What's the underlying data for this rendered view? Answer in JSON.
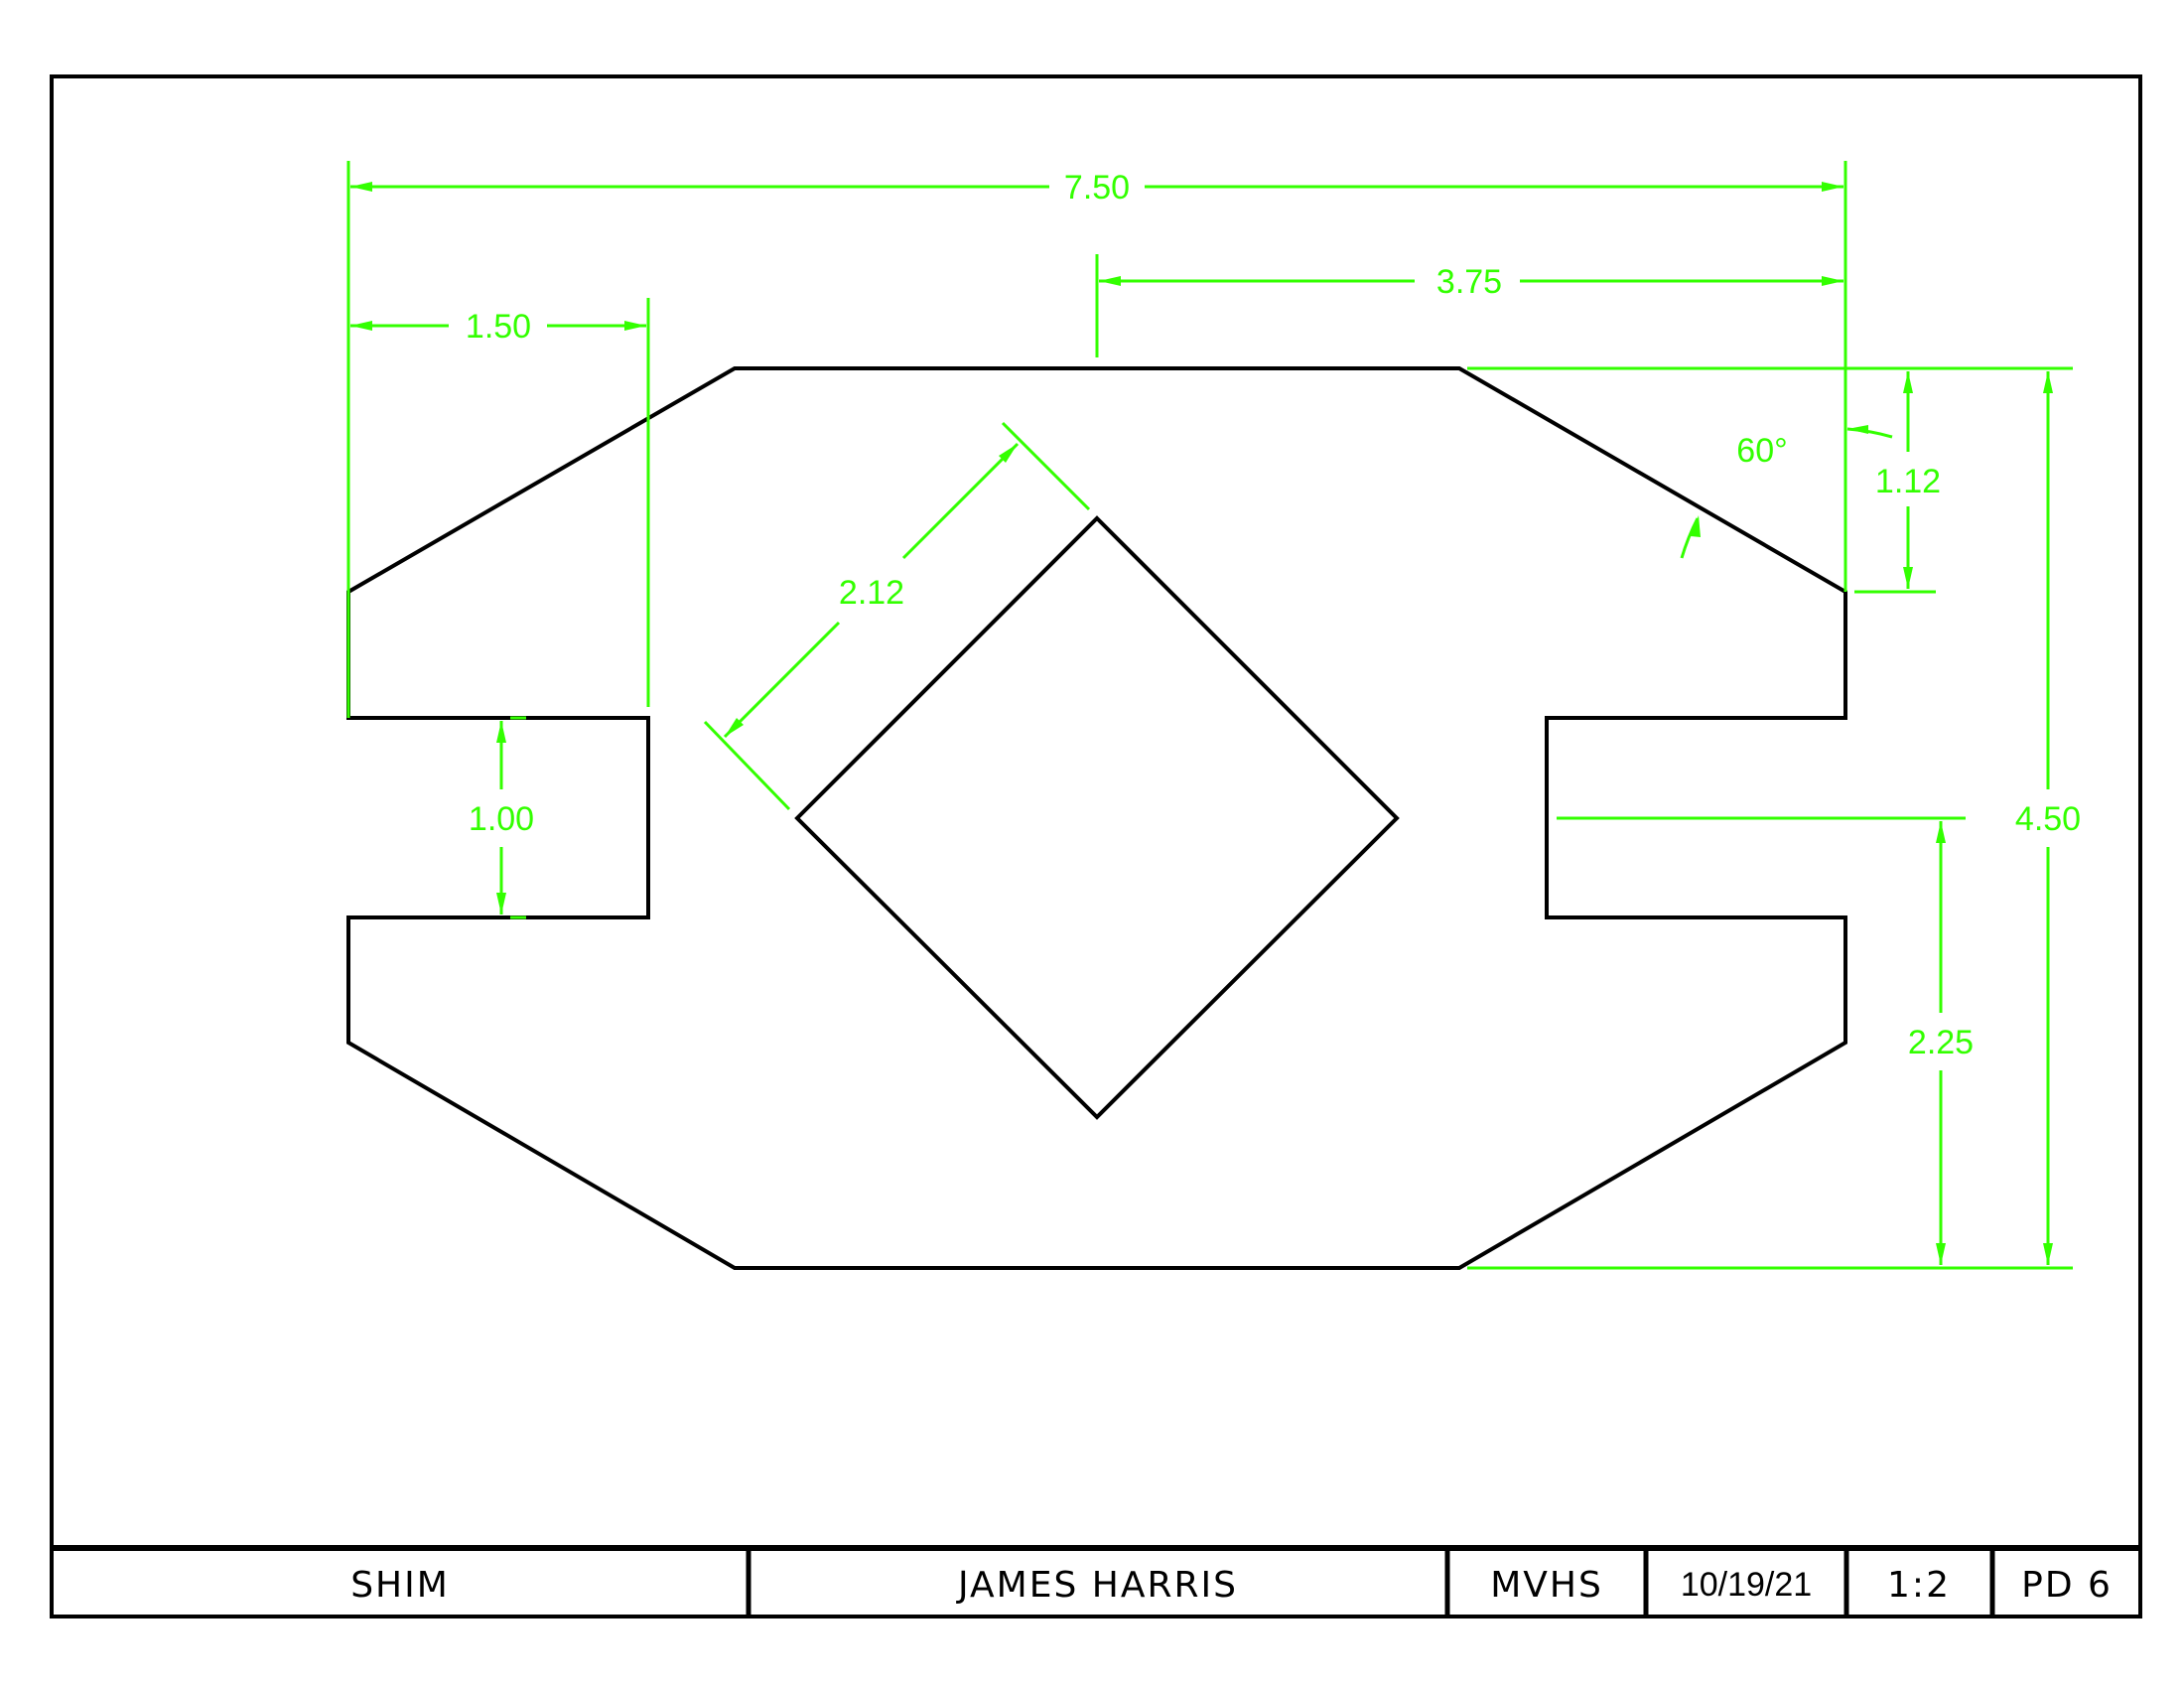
{
  "colors": {
    "geometry": "#000000",
    "dimensions": "#33ff00",
    "background": "#ffffff"
  },
  "dimensions": {
    "overall_width": "7.50",
    "half_width": "3.75",
    "tab_width": "1.50",
    "slot_height": "1.00",
    "diamond_side": "2.12",
    "chamfer_angle": "60°",
    "chamfer_height": "1.12",
    "overall_height": "4.50",
    "half_height": "2.25"
  },
  "title_block": {
    "part_name": "SHIM",
    "drafter": "JAMES HARRIS",
    "school": "MVHS",
    "date": "10/19/21",
    "scale": "1:2",
    "period": "PD 6"
  }
}
